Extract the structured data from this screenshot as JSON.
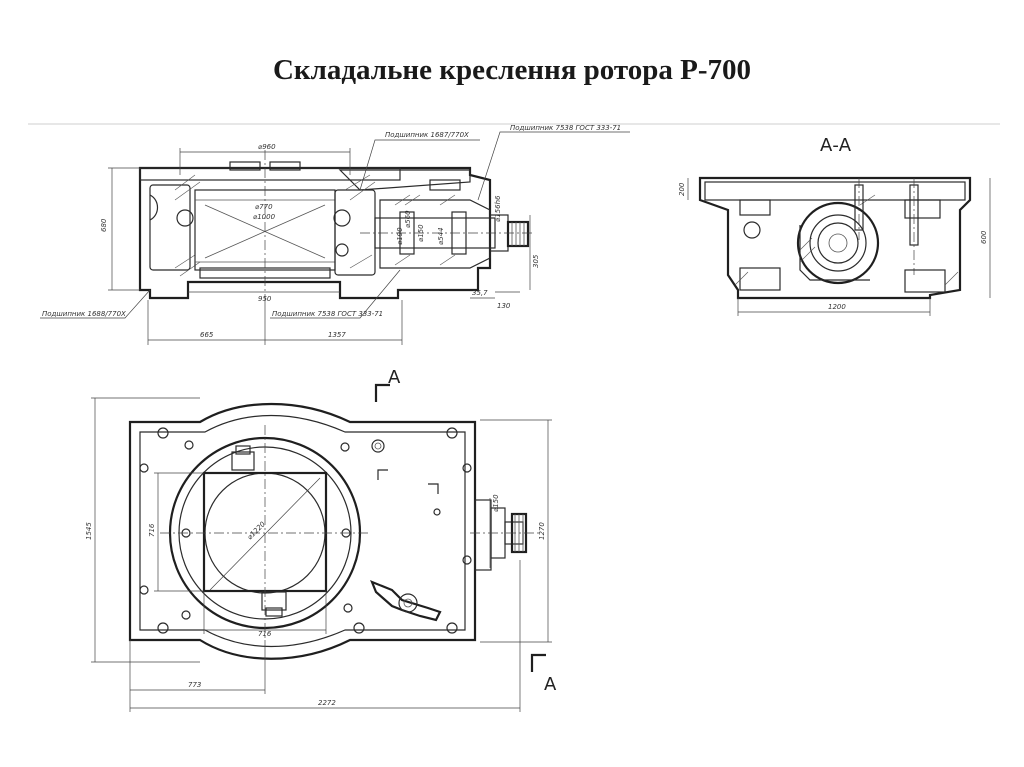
{
  "title": "Складальне креслення ротора Р-700",
  "section_label": "А-А",
  "cut_mark_top": "А",
  "cut_mark_bottom": "А",
  "callouts": {
    "bearing_1687": "Подшипник 1687/770Х",
    "bearing_7538_top": "Подшипник 7538 ГОСТ 333-71",
    "bearing_1688": "Подшипник 1688/770Х",
    "bearing_7538_bottom": "Подшипник 7538 ГОСТ 333-71"
  },
  "dimensions": {
    "d960": "⌀960",
    "d770": "⌀770",
    "d1000": "⌀1000",
    "h680": "680",
    "w950": "950",
    "w665": "665",
    "w1357": "1357",
    "d190": "⌀190",
    "d150": "⌀150",
    "d544": "⌀544",
    "d560": "⌀560",
    "d156": "⌀156h6",
    "h305": "305",
    "w357": "35,7",
    "w130": "130",
    "h200": "200",
    "h600": "600",
    "w1200": "1200",
    "h1545": "1545",
    "h1270": "1270",
    "v716": "716",
    "h716": "716",
    "d1220": "⌀1220",
    "w773": "773",
    "w2272": "2272",
    "d150b": "⌀150"
  }
}
